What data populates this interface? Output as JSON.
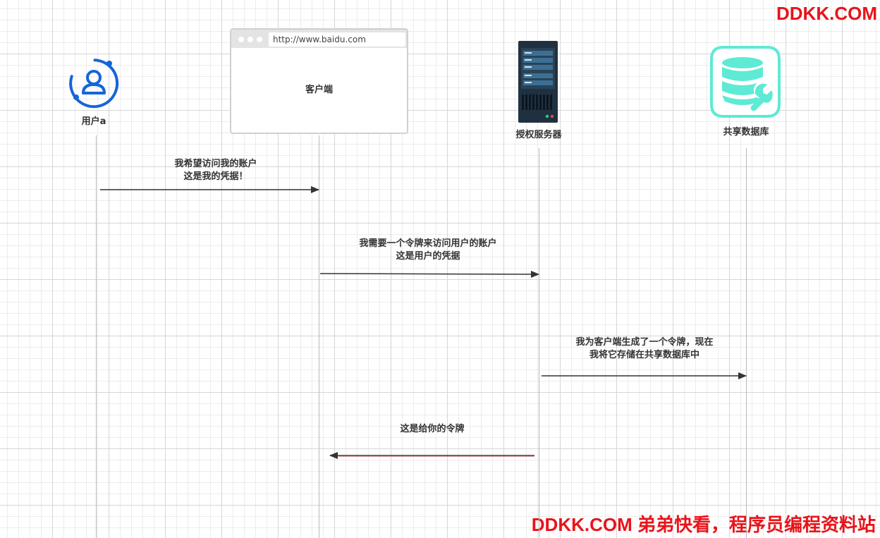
{
  "watermark": {
    "top": "DDKK.COM",
    "bottom": "DDKK.COM 弟弟快看，程序员编程资料站"
  },
  "colors": {
    "arrow": "#333333",
    "user_icon": "#1565d8",
    "db_icon": "#5eead4",
    "server_body": "#1f3140",
    "watermark": "#e8141a"
  },
  "actors": {
    "user": {
      "label": "用户a",
      "icon": "user-icon"
    },
    "client": {
      "label": "客户端",
      "url": "http://www.baidu.com",
      "icon": "browser-window"
    },
    "auth_server": {
      "label": "授权服务器",
      "icon": "server-icon"
    },
    "shared_db": {
      "label": "共享数据库",
      "icon": "database-icon"
    }
  },
  "messages": [
    {
      "from": "user",
      "to": "client",
      "lines": [
        "我希望访问我的账户",
        "这是我的凭据！"
      ]
    },
    {
      "from": "client",
      "to": "auth_server",
      "lines": [
        "我需要一个令牌来访问用户的账户",
        "这是用户的凭据"
      ]
    },
    {
      "from": "auth_server",
      "to": "shared_db",
      "lines": [
        "我为客户端生成了一个令牌，现在",
        "我将它存储在共享数据库中"
      ]
    },
    {
      "from": "auth_server",
      "to": "client",
      "lines": [
        "这是给你的令牌"
      ]
    }
  ]
}
